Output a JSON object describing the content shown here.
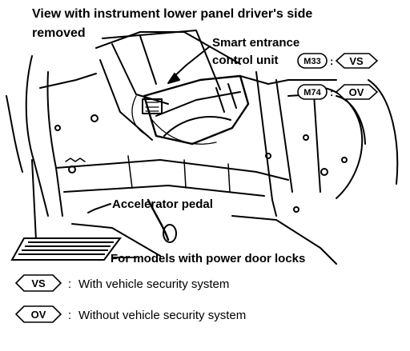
{
  "title": {
    "line1": "View with instrument lower panel driver's side",
    "line2": "removed"
  },
  "callouts": {
    "control_unit_line1": "Smart entrance",
    "control_unit_line2": "control unit",
    "connector_1_code": "M33",
    "connector_1_variant": "VS",
    "connector_2_code": "M74",
    "connector_2_variant": "OV",
    "accelerator": "Accelerator pedal",
    "power_locks": "For models with power door locks"
  },
  "legend": [
    {
      "tag": "VS",
      "separator": ":",
      "text": "With vehicle security system"
    },
    {
      "tag": "OV",
      "separator": ":",
      "text": "Without vehicle security system"
    }
  ]
}
